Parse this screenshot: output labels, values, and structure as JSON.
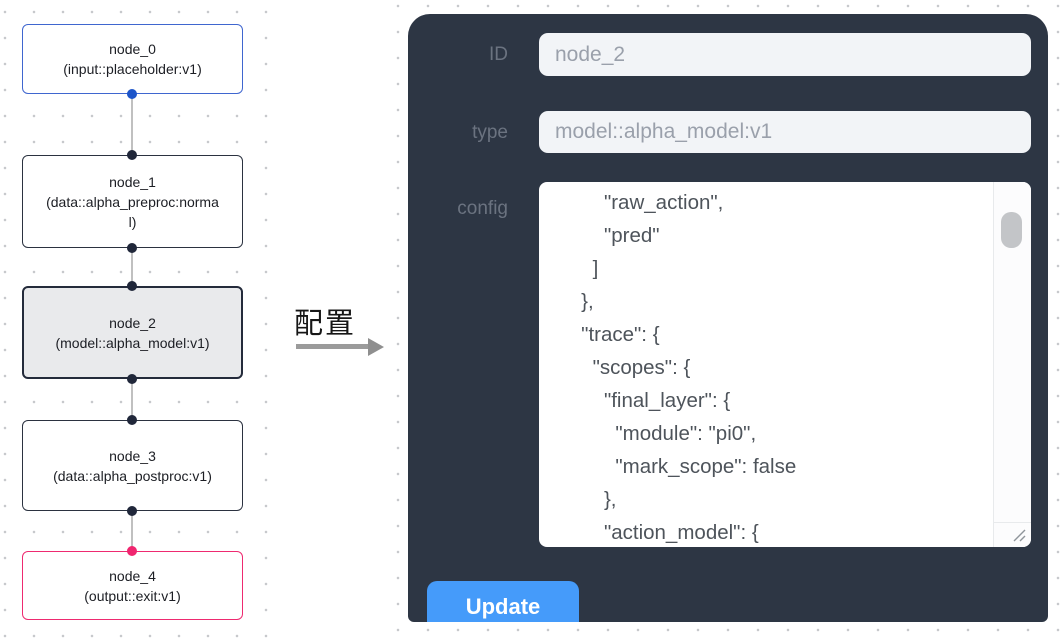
{
  "flow": {
    "nodes": [
      {
        "label": "node_0",
        "type_label": "(input::placeholder:v1)",
        "variant": "input"
      },
      {
        "label": "node_1",
        "type_label": "(data::alpha_preproc:normal)",
        "variant": "default"
      },
      {
        "label": "node_2",
        "type_label": "(model::alpha_model:v1)",
        "variant": "selected"
      },
      {
        "label": "node_3",
        "type_label": "(data::alpha_postproc:v1)",
        "variant": "default"
      },
      {
        "label": "node_4",
        "type_label": "(output::exit:v1)",
        "variant": "output"
      }
    ],
    "colors": {
      "input_accent": "#3f66cf",
      "input_port": "#1d55c9",
      "output_accent": "#ee2a70",
      "output_port": "#f0256f",
      "node_border": "#2b3240",
      "selected_bg": "#e9eaec",
      "port_dot": "#20273a",
      "edge_line": "#c0c0c0"
    }
  },
  "transfer": {
    "label": "配置"
  },
  "panel": {
    "bg": "#2d3644",
    "accent": "#459bfa",
    "fields": [
      {
        "label": "ID",
        "value": "node_2"
      },
      {
        "label": "type",
        "value": "model::alpha_model:v1"
      }
    ],
    "config_label": "config",
    "config_text": "          \"raw_action\",\n          \"pred\"\n        ]\n      },\n      \"trace\": {\n        \"scopes\": {\n          \"final_layer\": {\n            \"module\": \"pi0\",\n            \"mark_scope\": false\n          },\n          \"action_model\": {",
    "update_label": "Update"
  }
}
